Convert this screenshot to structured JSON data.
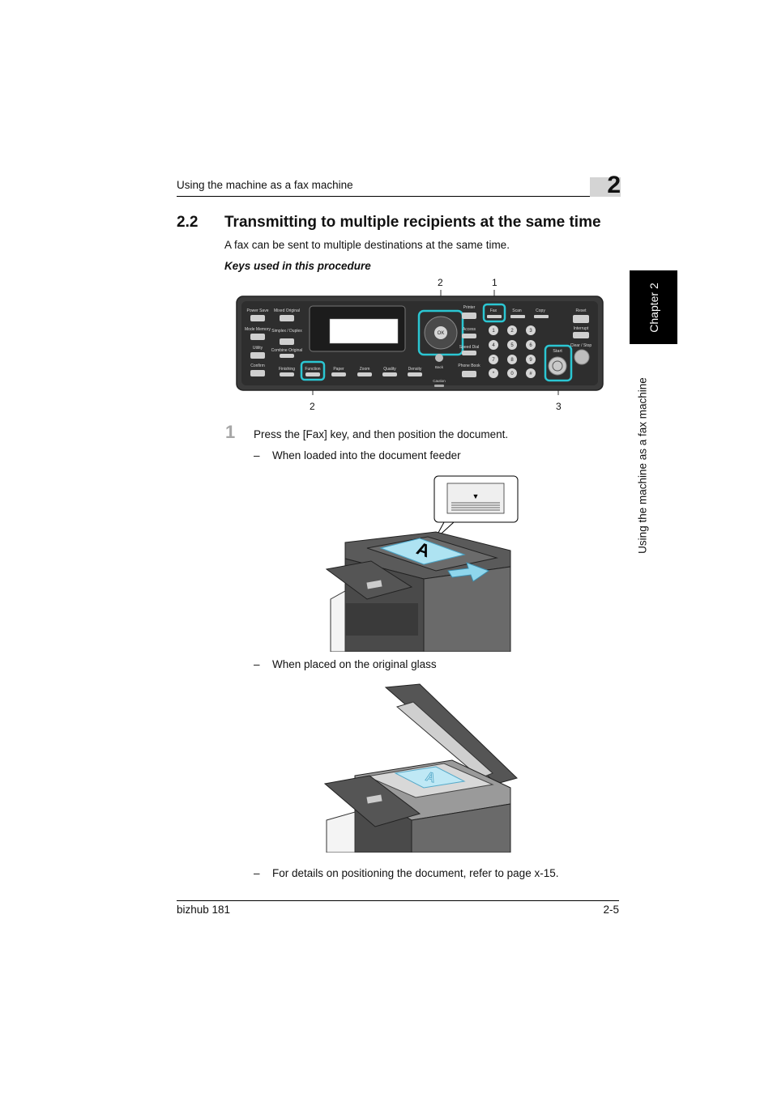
{
  "header": {
    "running_title": "Using the machine as a fax machine",
    "chapter_number": "2"
  },
  "side_tab": {
    "chapter_label": "Chapter 2",
    "section_label": "Using the machine as a fax machine"
  },
  "section": {
    "number": "2.2",
    "title": "Transmitting to multiple recipients at the same time",
    "intro": "A fax can be sent to multiple destinations at the same time.",
    "keys_heading": "Keys used in this procedure"
  },
  "panel": {
    "callouts": [
      "2",
      "1",
      "2",
      "3"
    ],
    "left_labels": [
      "Power Save",
      "Mode Memory",
      "Utility",
      "Confirm"
    ],
    "mid_labels": [
      "Mixed Original",
      "Simplex / Duplex",
      "Combine Original"
    ],
    "bottom_labels": [
      "Finishing",
      "Function",
      "Paper",
      "Zoom",
      "Quality",
      "Density"
    ],
    "nav_labels": [
      "OK",
      "Back",
      "Caution"
    ],
    "right_labels": [
      "Printer",
      "Access",
      "Speed Dial",
      "Phone Book"
    ],
    "mode_labels": [
      "Fax",
      "Scan",
      "Copy",
      "Reset",
      "Interrupt",
      "Clear / Stop",
      "Start"
    ],
    "keypad": [
      "1",
      "2",
      "3",
      "4",
      "5",
      "6",
      "7",
      "8",
      "9",
      "*",
      "0",
      "#"
    ],
    "highlight_color": "#2bc6d2"
  },
  "steps": [
    {
      "number": "1",
      "text": "Press the [Fax] key, and then position the document.",
      "bullets": [
        "When loaded into the document feeder",
        "When placed on the original glass",
        "For details on positioning the document, refer to page x-15."
      ]
    }
  ],
  "illustration": {
    "doc_letter": "A",
    "indicator_glyph": "▼"
  },
  "footer": {
    "product": "bizhub 181",
    "page": "2-5"
  }
}
